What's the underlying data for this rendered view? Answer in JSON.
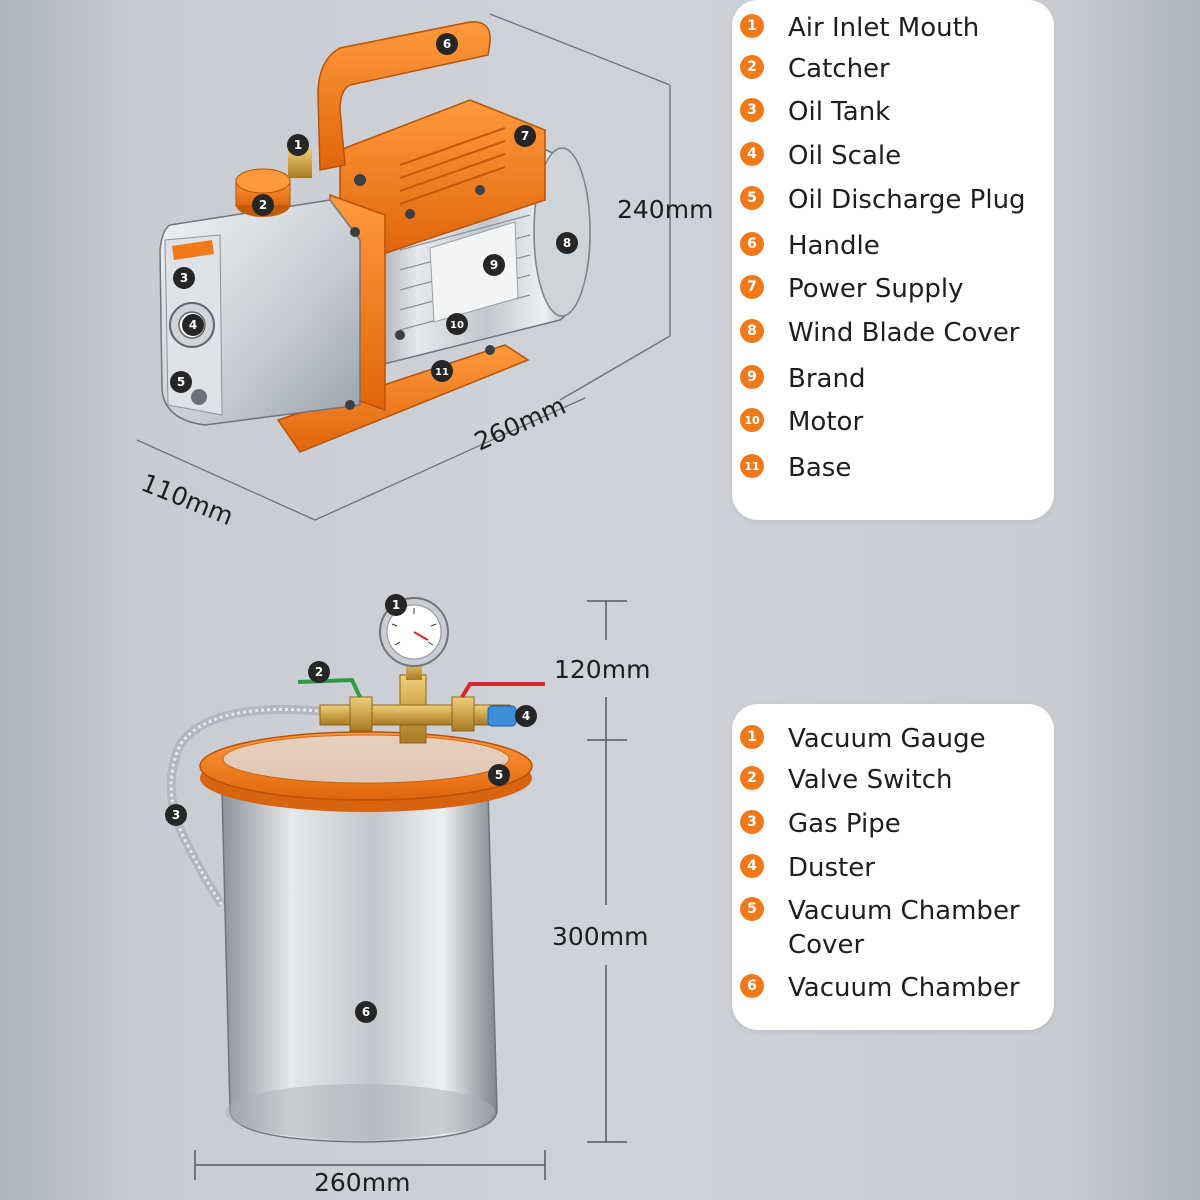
{
  "pump_legend": [
    {
      "num": "1",
      "label": "Air Inlet Mouth"
    },
    {
      "num": "2",
      "label": "Catcher"
    },
    {
      "num": "3",
      "label": "Oil Tank"
    },
    {
      "num": "4",
      "label": "Oil Scale"
    },
    {
      "num": "5",
      "label": "Oil Discharge Plug"
    },
    {
      "num": "6",
      "label": "Handle"
    },
    {
      "num": "7",
      "label": "Power Supply"
    },
    {
      "num": "8",
      "label": "Wind Blade Cover"
    },
    {
      "num": "9",
      "label": "Brand"
    },
    {
      "num": "10",
      "label": "Motor"
    },
    {
      "num": "11",
      "label": "Base"
    }
  ],
  "chamber_legend": [
    {
      "num": "1",
      "label": "Vacuum Gauge"
    },
    {
      "num": "2",
      "label": "Valve Switch"
    },
    {
      "num": "3",
      "label": "Gas Pipe"
    },
    {
      "num": "4",
      "label": "Duster"
    },
    {
      "num": "5",
      "label": "Vacuum Chamber Cover"
    },
    {
      "num": "6",
      "label": "Vacuum Chamber"
    }
  ],
  "dimensions": {
    "pump_height": "240mm",
    "pump_length": "260mm",
    "pump_width": "110mm",
    "gauge_height": "120mm",
    "chamber_height": "300mm",
    "chamber_width": "260mm"
  },
  "colors": {
    "accent_orange": "#f07a1a",
    "steel": "#b9bfc6",
    "brass": "#c8a040"
  }
}
